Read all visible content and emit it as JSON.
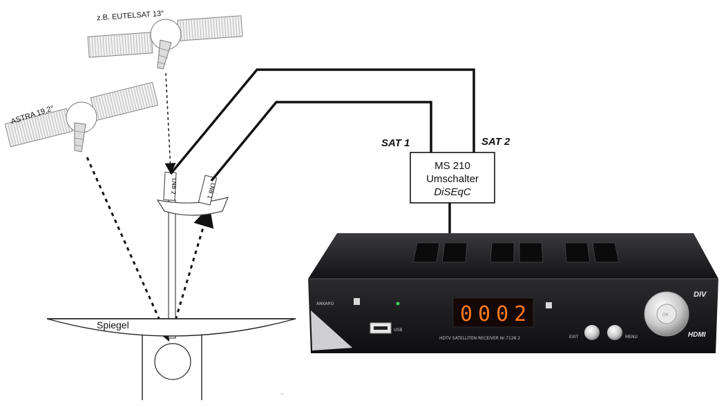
{
  "satellites": {
    "top_label": "z.B. EUTELSAT 13°",
    "left_label": "ASTRA 19,2°"
  },
  "lnb": {
    "lnb2_label": "LNB 2",
    "lnb1_label": "LNB 1"
  },
  "mirror": {
    "label": "Spiegel"
  },
  "switch": {
    "line1": "MS 210",
    "line2": "Umschalter",
    "line3": "DiSEqC",
    "input1": "SAT 1",
    "input2": "SAT 2"
  },
  "receiver": {
    "display_value": "0002",
    "brand": "ANKARO",
    "model_text": "HDTV SATELLITEN RECEIVER  Nr.7128 2",
    "usb_label": "USB",
    "exit_label": "EXIT",
    "menu_label": "MENU",
    "ok_label": "OK",
    "hdmi_label": "HDMI",
    "divx_label": "DIV"
  },
  "colors": {
    "receiver_body": "#1c1c1e",
    "display_digits": "#ff7a1f",
    "led": "#3fd15a"
  }
}
